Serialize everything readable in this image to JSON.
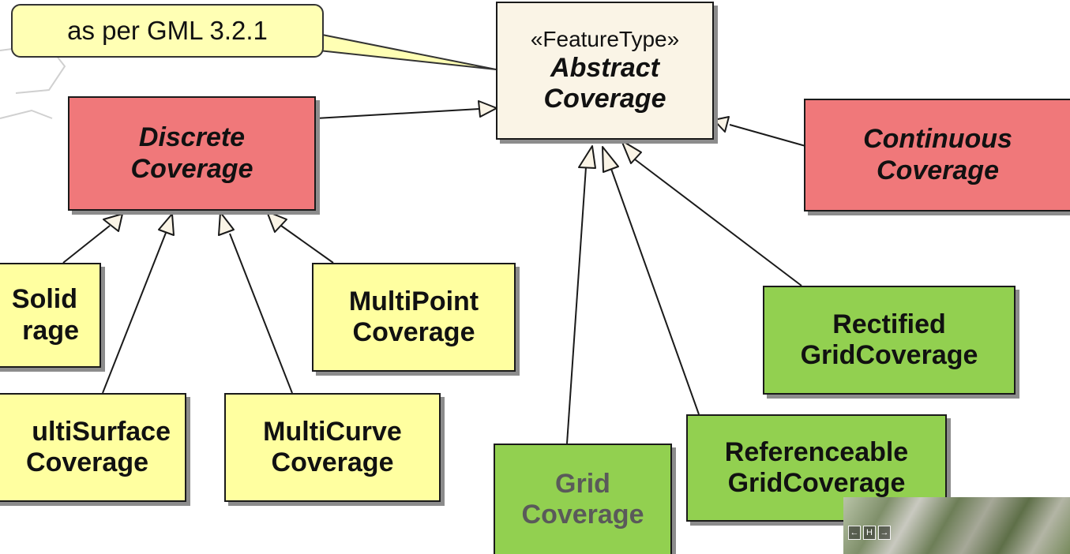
{
  "note": {
    "text": "as per GML 3.2.1"
  },
  "classes": {
    "abstract_coverage": {
      "stereotype": "«FeatureType»",
      "line1": "Abstract",
      "line2": "Coverage"
    },
    "discrete_coverage": {
      "line1": "Discrete",
      "line2": "Coverage"
    },
    "continuous_coverage": {
      "line1": "Continuous",
      "line2": "Coverage"
    },
    "multisolid_coverage": {
      "line1": "Solid",
      "line2": "rage"
    },
    "multisurface_coverage": {
      "line1": "ultiSurface",
      "line2": "Coverage"
    },
    "multicurve_coverage": {
      "line1": "MultiCurve",
      "line2": "Coverage"
    },
    "multipoint_coverage": {
      "line1": "MultiPoint",
      "line2": "Coverage"
    },
    "grid_coverage": {
      "line1": "Grid",
      "line2": "Coverage"
    },
    "referenceable_gridcoverage": {
      "line1": "Referenceable",
      "line2": "GridCoverage"
    },
    "rectified_gridcoverage": {
      "line1": "Rectified",
      "line2": "GridCoverage"
    }
  },
  "thumbnail": {
    "nav_prev": "←",
    "nav_home": "H",
    "nav_next": "→"
  },
  "colors": {
    "note_fill": "#ffffb4",
    "abstract_fill": "#faf4e6",
    "discrete_fill": "#f0787a",
    "yellow_fill": "#ffffa0",
    "green_fill": "#92d050",
    "arrow_fill": "#faf4e6",
    "line": "#1a1a1a"
  }
}
